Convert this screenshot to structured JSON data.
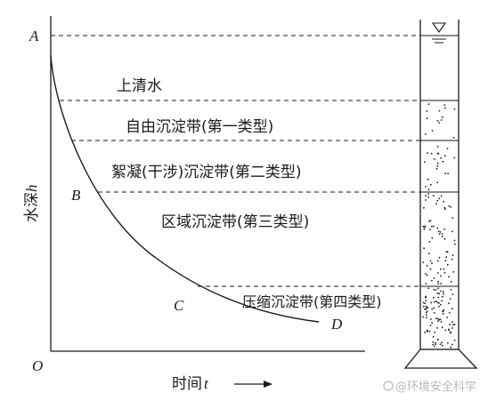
{
  "zone_labels": {
    "clear_water": "上清水",
    "type1": "自由沉淀带(第一类型)",
    "type2": "絮凝(干涉)沉淀带(第二类型)",
    "type3": "区域沉淀带(第三类型)",
    "type4": "压缩沉淀带(第四类型)"
  },
  "axes": {
    "y_label_text": "水深",
    "y_label_var": "h",
    "x_label_text": "时间",
    "x_label_var": "t",
    "origin": "O"
  },
  "curve_points": {
    "A": "A",
    "B": "B",
    "C": "C",
    "D": "D"
  },
  "watermark": "@环境安全科学",
  "colors": {
    "ink": "#1a1a1a",
    "watermark": "#b8b8b8"
  }
}
